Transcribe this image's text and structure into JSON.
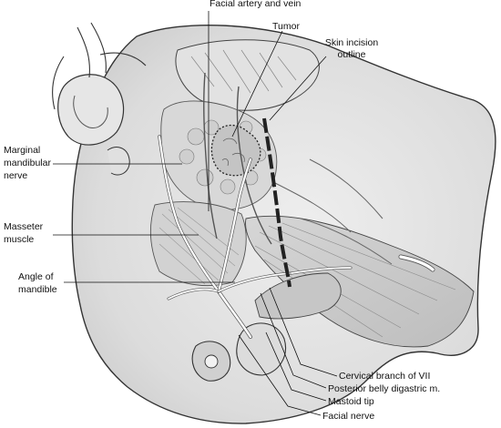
{
  "labels": {
    "facial_artery_vein": "Facial artery and vein",
    "tumor": "Tumor",
    "skin_incision_line1": "Skin incision",
    "skin_incision_line2": "outline",
    "marginal_line1": "Marginal",
    "marginal_line2": "mandibular",
    "marginal_line3": "nerve",
    "masseter_line1": "Masseter",
    "masseter_line2": "muscle",
    "angle_line1": "Angle of",
    "angle_line2": "mandible",
    "cervical_branch": "Cervical branch of VII",
    "posterior_belly": "Posterior belly digastric m.",
    "mastoid_tip": "Mastoid tip",
    "facial_nerve": "Facial nerve"
  }
}
